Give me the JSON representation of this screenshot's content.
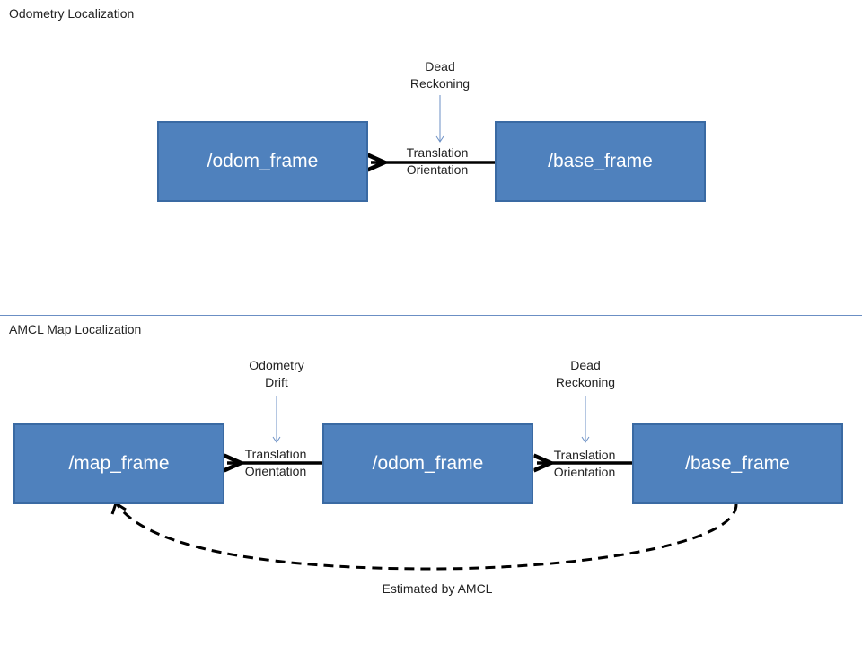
{
  "colors": {
    "box_fill": "#4f81bd",
    "box_border": "#3a6aa3",
    "divider": "#6b8fc4",
    "thin_arrow": "#6b8fc4",
    "thick_arrow": "#000000"
  },
  "top_section": {
    "title": "Odometry Localization",
    "odom_frame": "/odom_frame",
    "base_frame": "/base_frame",
    "dead_reckoning": [
      "Dead",
      "Reckoning"
    ],
    "transform": [
      "Translation",
      "Orientation"
    ]
  },
  "bottom_section": {
    "title": "AMCL Map Localization",
    "map_frame": "/map_frame",
    "odom_frame": "/odom_frame",
    "base_frame": "/base_frame",
    "odometry_drift": [
      "Odometry",
      "Drift"
    ],
    "dead_reckoning": [
      "Dead",
      "Reckoning"
    ],
    "transform_left": [
      "Translation",
      "Orientation"
    ],
    "transform_right": [
      "Translation",
      "Orientation"
    ],
    "estimated": "Estimated by AMCL"
  }
}
